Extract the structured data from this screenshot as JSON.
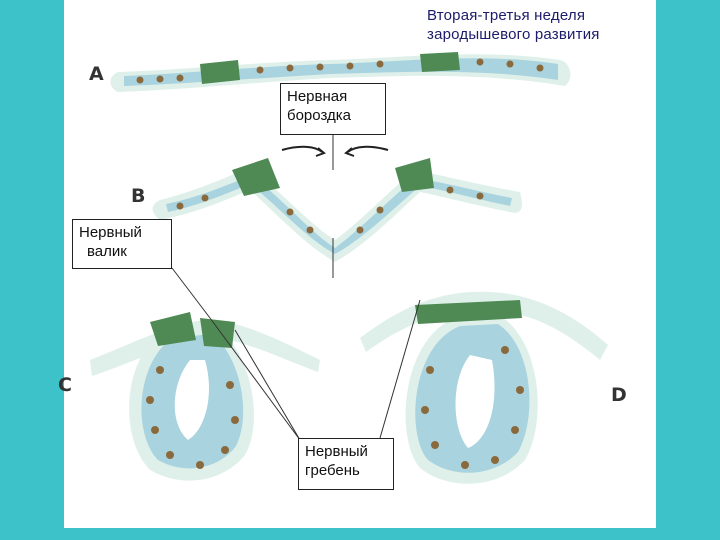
{
  "title": {
    "line1": "Вторая-третья неделя",
    "line2": "зародышевого развития"
  },
  "labels": {
    "groove": {
      "line1": "Нервная",
      "line2": "бороздка"
    },
    "fold": {
      "line1": "Нервный",
      "line2": "валик"
    },
    "crest": {
      "line1": "Нервный",
      "line2": "гребень"
    }
  },
  "panels": {
    "a": "A",
    "b": "B",
    "c": "C",
    "d": "D"
  },
  "colors": {
    "background": "#3cc2c8",
    "ectoderm_halo": "#dff0ea",
    "tissue": "#a9d3df",
    "nucleus": "#8a6a3c",
    "crest": "#4f8a55"
  }
}
